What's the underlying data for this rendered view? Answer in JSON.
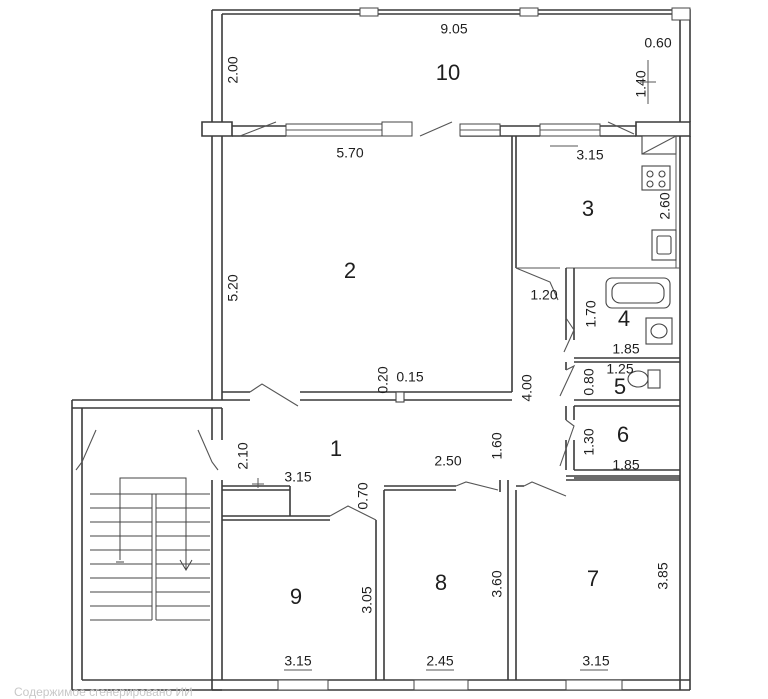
{
  "rooms": [
    {
      "id": "room-1",
      "number": "1"
    },
    {
      "id": "room-2",
      "number": "2"
    },
    {
      "id": "room-3",
      "number": "3"
    },
    {
      "id": "room-4",
      "number": "4"
    },
    {
      "id": "room-5",
      "number": "5"
    },
    {
      "id": "room-6",
      "number": "6"
    },
    {
      "id": "room-7",
      "number": "7"
    },
    {
      "id": "room-8",
      "number": "8"
    },
    {
      "id": "room-9",
      "number": "9"
    },
    {
      "id": "room-10",
      "number": "10"
    }
  ],
  "dimensions": [
    {
      "id": "dim-balcony-width",
      "text": "9.05"
    },
    {
      "id": "dim-balcony-depth",
      "text": "2.00"
    },
    {
      "id": "dim-balcony-notch-width",
      "text": "0.60"
    },
    {
      "id": "dim-balcony-notch-depth",
      "text": "1.40"
    },
    {
      "id": "dim-room2-width",
      "text": "5.70"
    },
    {
      "id": "dim-room2-depth",
      "text": "5.20"
    },
    {
      "id": "dim-room2-niche-depth",
      "text": "0.20"
    },
    {
      "id": "dim-room2-niche-width",
      "text": "0.15"
    },
    {
      "id": "dim-room3-width",
      "text": "3.15"
    },
    {
      "id": "dim-room3-depth",
      "text": "2.60"
    },
    {
      "id": "dim-room3-door",
      "text": "1.20"
    },
    {
      "id": "dim-room4-depth",
      "text": "1.70"
    },
    {
      "id": "dim-room4-width",
      "text": "1.85"
    },
    {
      "id": "dim-room5-width",
      "text": "1.25"
    },
    {
      "id": "dim-room5-depth",
      "text": "0.80"
    },
    {
      "id": "dim-room6-depth",
      "text": "1.30"
    },
    {
      "id": "dim-room6-width",
      "text": "1.85"
    },
    {
      "id": "dim-room1-length",
      "text": "4.00"
    },
    {
      "id": "dim-room1-depth",
      "text": "1.60"
    },
    {
      "id": "dim-room1-width",
      "text": "2.50"
    },
    {
      "id": "dim-closet-depth",
      "text": "2.10"
    },
    {
      "id": "dim-closet-width",
      "text": "3.15"
    },
    {
      "id": "dim-corridor-step",
      "text": "0.70"
    },
    {
      "id": "dim-room9-depth",
      "text": "3.05"
    },
    {
      "id": "dim-room9-width",
      "text": "3.15"
    },
    {
      "id": "dim-room8-depth",
      "text": "3.60"
    },
    {
      "id": "dim-room8-width",
      "text": "2.45"
    },
    {
      "id": "dim-room7-depth",
      "text": "3.85"
    },
    {
      "id": "dim-room7-width",
      "text": "3.15"
    }
  ],
  "watermark": "Содержимое сгенерировано ИИ"
}
